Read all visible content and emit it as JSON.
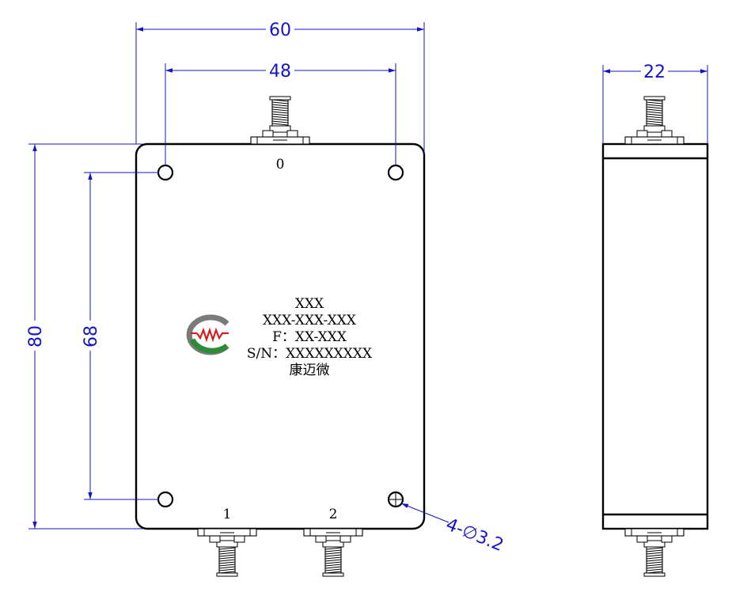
{
  "dimensions": {
    "overall_width": "60",
    "hole_spacing_horizontal": "48",
    "side_depth": "22",
    "overall_height": "80",
    "hole_spacing_vertical": "68",
    "holes_callout": "4-∅3.2"
  },
  "ports": {
    "port_0": "0",
    "port_1": "1",
    "port_2": "2"
  },
  "nameplate": {
    "line1": "XXX",
    "line2": "XXX-XXX-XXX",
    "line3": "F：XX-XXX",
    "line4": "S/N：XXXXXXXXX",
    "line5": "康迈微"
  },
  "colors": {
    "dimension": "#1414c8",
    "outline": "#000000",
    "logo_gray": "#7a7a7a",
    "logo_green": "#2e8b3a",
    "logo_red": "#d12020"
  }
}
